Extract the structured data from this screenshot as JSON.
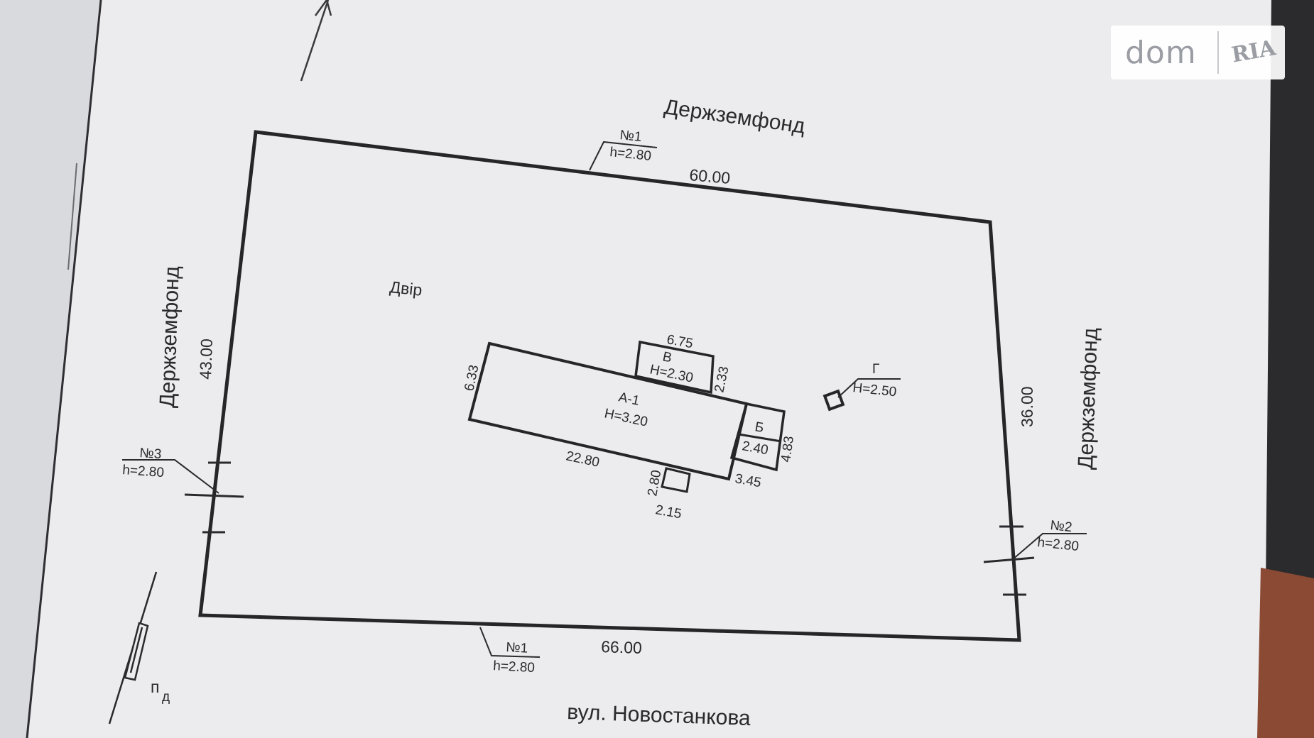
{
  "watermark": {
    "primary": "dom",
    "secondary": "RIA"
  },
  "labels": {
    "north_neighbor": "Держземфонд",
    "west_neighbor": "Держземфонд",
    "east_neighbor": "Держземфонд",
    "street": "вул. Новостанкова",
    "yard": "Двір",
    "legend_mark": "п",
    "legend_mark_sub": "д"
  },
  "plot": {
    "top_side": "60.00",
    "bottom_side": "66.00",
    "left_side": "43.00",
    "right_side": "36.00"
  },
  "markers": {
    "top": {
      "num": "№1",
      "height": "h=2.80"
    },
    "bottom": {
      "num": "№1",
      "height": "h=2.80"
    },
    "left": {
      "num": "№3",
      "height": "h=2.80"
    },
    "right": {
      "num": "№2",
      "height": "h=2.80"
    }
  },
  "buildings": {
    "a1": {
      "name": "А-1",
      "height": "H=3.20",
      "length": "22.80",
      "width": "6.33"
    },
    "v": {
      "name": "В",
      "height": "H=2.30",
      "length": "6.75",
      "width": "2.33"
    },
    "b": {
      "name": "Б",
      "height": "2.40",
      "length": "3.45",
      "width": "4.83"
    },
    "porch": {
      "length": "2.15",
      "width": "2.80"
    },
    "g": {
      "name": "Г",
      "height": "H=2.50"
    }
  }
}
